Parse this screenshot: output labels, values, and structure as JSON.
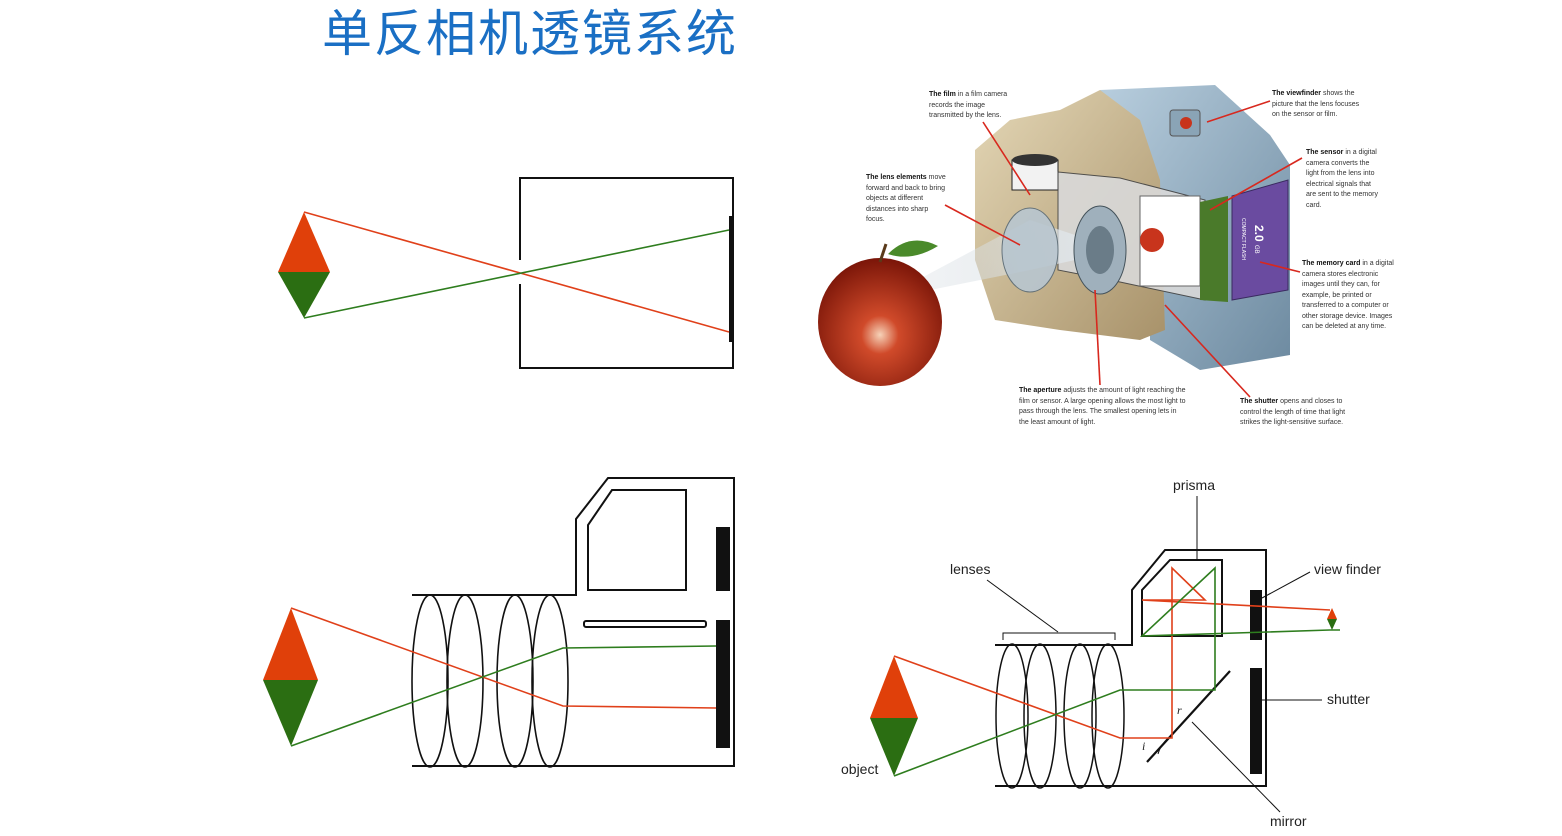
{
  "title": "单反相机透镜系统",
  "photo": {
    "callouts": {
      "film": {
        "term": "The film",
        "text": "in a film camera records the image transmitted by the lens."
      },
      "viewfinder": {
        "term": "The viewfinder",
        "text": "shows the picture that the lens focuses on the sensor or film."
      },
      "lens": {
        "term": "The lens elements",
        "text": "move forward and back to bring objects at different distances into sharp focus."
      },
      "sensor": {
        "term": "The sensor",
        "text": "in a digital camera converts the light from the lens into electrical signals that are sent to the memory card."
      },
      "memory": {
        "term": "The memory card",
        "text": "in a digital camera stores electronic images until they can, for example, be printed or transferred to a computer or other storage device. Images can be deleted at any time."
      },
      "aperture": {
        "term": "The aperture",
        "text": "adjusts the amount of light reaching the film or sensor. A large opening allows the most light to pass through the lens. The smallest opening lets in the least amount of light."
      },
      "shutter": {
        "term": "The shutter",
        "text": "opens and closes to control the length of time that light strikes the light-sensitive surface."
      }
    },
    "card_size": "2.0",
    "card_unit": "GB",
    "card_label": "COMPACT FLASH"
  },
  "slr": {
    "labels": {
      "prisma": "prisma",
      "lenses": "lenses",
      "view_finder": "view finder",
      "shutter": "shutter",
      "object": "object",
      "mirror": "mirror",
      "r": "r",
      "i": "i"
    }
  },
  "colors": {
    "title": "#1a6fc4",
    "ray_red": "#e0401a",
    "ray_green": "#2e7d1e",
    "object_red": "#e0400a",
    "object_green": "#2b6e12"
  }
}
